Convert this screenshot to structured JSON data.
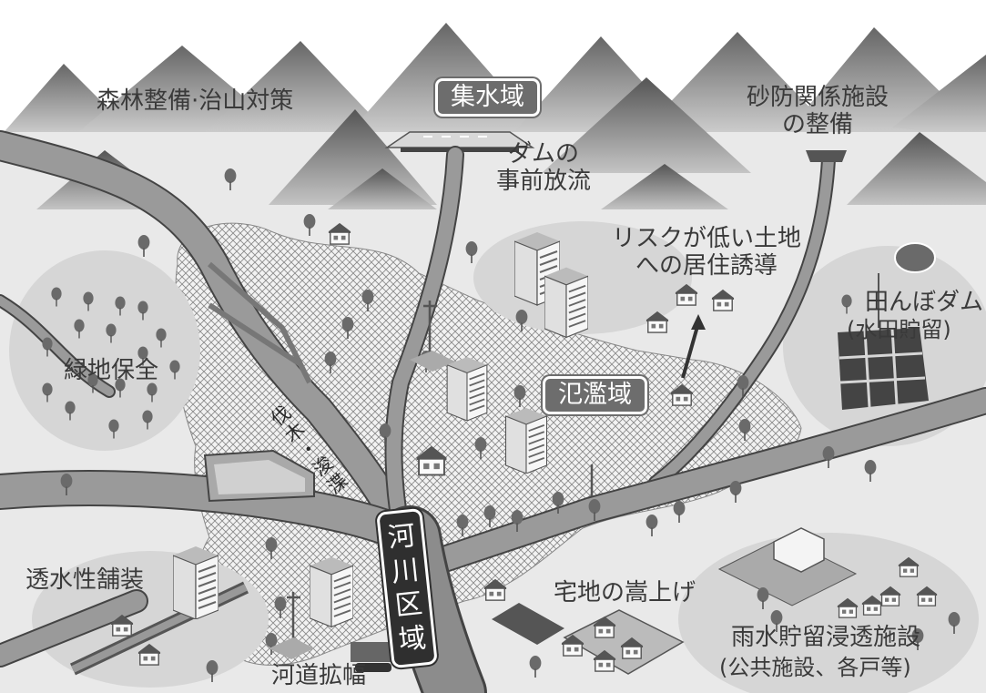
{
  "labels": {
    "forest": "森林整備·治山対策",
    "catchment": "集水域",
    "sabo": "砂防関係施設\nの整備",
    "dam_release": "ダムの\n事前放流",
    "relocation": "リスクが低い土地\nへの居住誘導",
    "paddy": "田んぼダム",
    "paddy_sub": "(水田貯留)",
    "green": "緑地保全",
    "floodplain": "氾濫域",
    "felling": "伐木・浚渫",
    "river_area": "河川区域",
    "pavement": "透水性舗装",
    "raise": "宅地の嵩上げ",
    "channel": "河道拡幅",
    "rain_facility": "雨水貯留浸透施設",
    "rain_facility_sub": "(公共施設、各戸等)"
  },
  "colors": {
    "mountain_dark": "#5a5a5a",
    "mountain_light": "#bdbdbd",
    "river": "#8a8a8a",
    "ground": "#e8e8e8",
    "label_box": "#6d6d6d",
    "river_box": "#2f2f2f"
  }
}
